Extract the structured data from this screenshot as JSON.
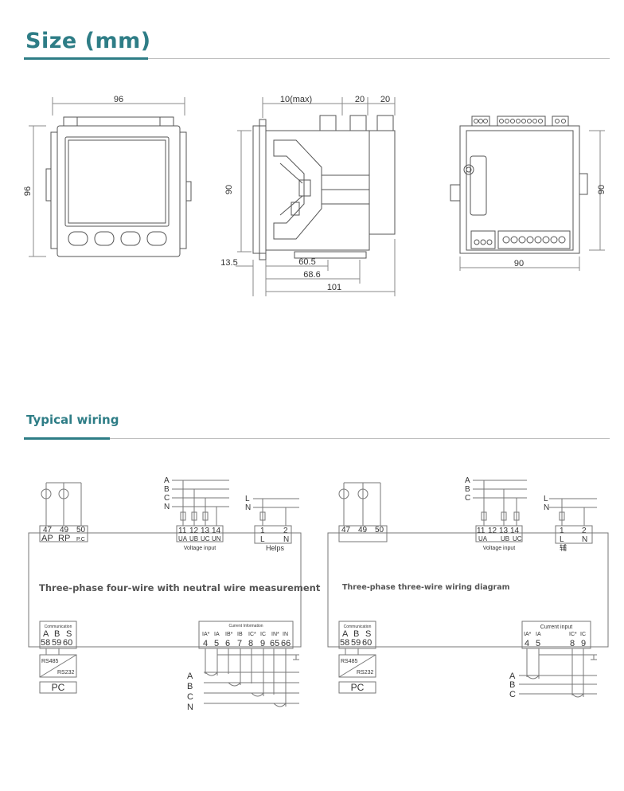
{
  "size_section": {
    "title": "Size (mm)",
    "front": {
      "width": "96",
      "height": "96"
    },
    "side": {
      "top": "10(max)",
      "seg1": "20",
      "seg2": "20",
      "height": "90",
      "dim_a": "13.5",
      "dim_b": "60.5",
      "dim_c": "68.6",
      "dim_d": "101"
    },
    "back": {
      "height": "90",
      "width": "90"
    }
  },
  "wiring_section": {
    "title": "Typical wiring",
    "left": {
      "caption": "Three-phase four-wire with neutral wire measurement",
      "pulse_terms": [
        "47",
        "49",
        "50"
      ],
      "pulse_labels": [
        "AP",
        "RP",
        "P.C"
      ],
      "voltage_terms": [
        "11",
        "12",
        "13",
        "14"
      ],
      "voltage_labels": [
        "UA",
        "UB",
        "UC",
        "UN"
      ],
      "voltage_caption": "Voltage input",
      "aux_terms": [
        "1",
        "2"
      ],
      "aux_labels": [
        "L",
        "N"
      ],
      "aux_caption": "Helps",
      "phases": [
        "A",
        "B",
        "C",
        "N"
      ],
      "line_labels": [
        "L",
        "N"
      ],
      "comm_caption": "Communication",
      "comm_labels": [
        "A",
        "B",
        "S"
      ],
      "comm_terms": [
        "58",
        "59",
        "60"
      ],
      "conv_top": "RS485",
      "conv_bottom": "RS232",
      "pc": "PC",
      "current_caption": "Current Information",
      "current_labels": [
        "IA*",
        "IA",
        "IB*",
        "IB",
        "IC*",
        "IC",
        "IN*",
        "IN"
      ],
      "current_terms": [
        "4",
        "5",
        "6",
        "7",
        "8",
        "9",
        "65",
        "66"
      ],
      "ct_phases": [
        "A",
        "B",
        "C",
        "N"
      ]
    },
    "right": {
      "caption": "Three-phase three-wire wiring diagram",
      "pulse_terms": [
        "47",
        "49",
        "50"
      ],
      "voltage_terms": [
        "11",
        "12",
        "13",
        "14"
      ],
      "voltage_labels": [
        "UA",
        "UB",
        "UC"
      ],
      "voltage_caption": "Voltage input",
      "aux_terms": [
        "1",
        "2"
      ],
      "aux_labels": [
        "L",
        "N"
      ],
      "aux_caption": "辅",
      "phases": [
        "A",
        "B",
        "C"
      ],
      "line_labels": [
        "L",
        "N"
      ],
      "comm_caption": "Communication",
      "comm_labels": [
        "A",
        "B",
        "S"
      ],
      "comm_terms": [
        "58",
        "59",
        "60"
      ],
      "conv_top": "RS485",
      "conv_bottom": "RS232",
      "pc": "PC",
      "current_caption": "Current input",
      "current_labels": [
        "IA*",
        "IA",
        "IC*",
        "IC"
      ],
      "current_terms": [
        "4",
        "5",
        "8",
        "9"
      ],
      "ct_phases": [
        "A",
        "B",
        "C"
      ]
    }
  }
}
